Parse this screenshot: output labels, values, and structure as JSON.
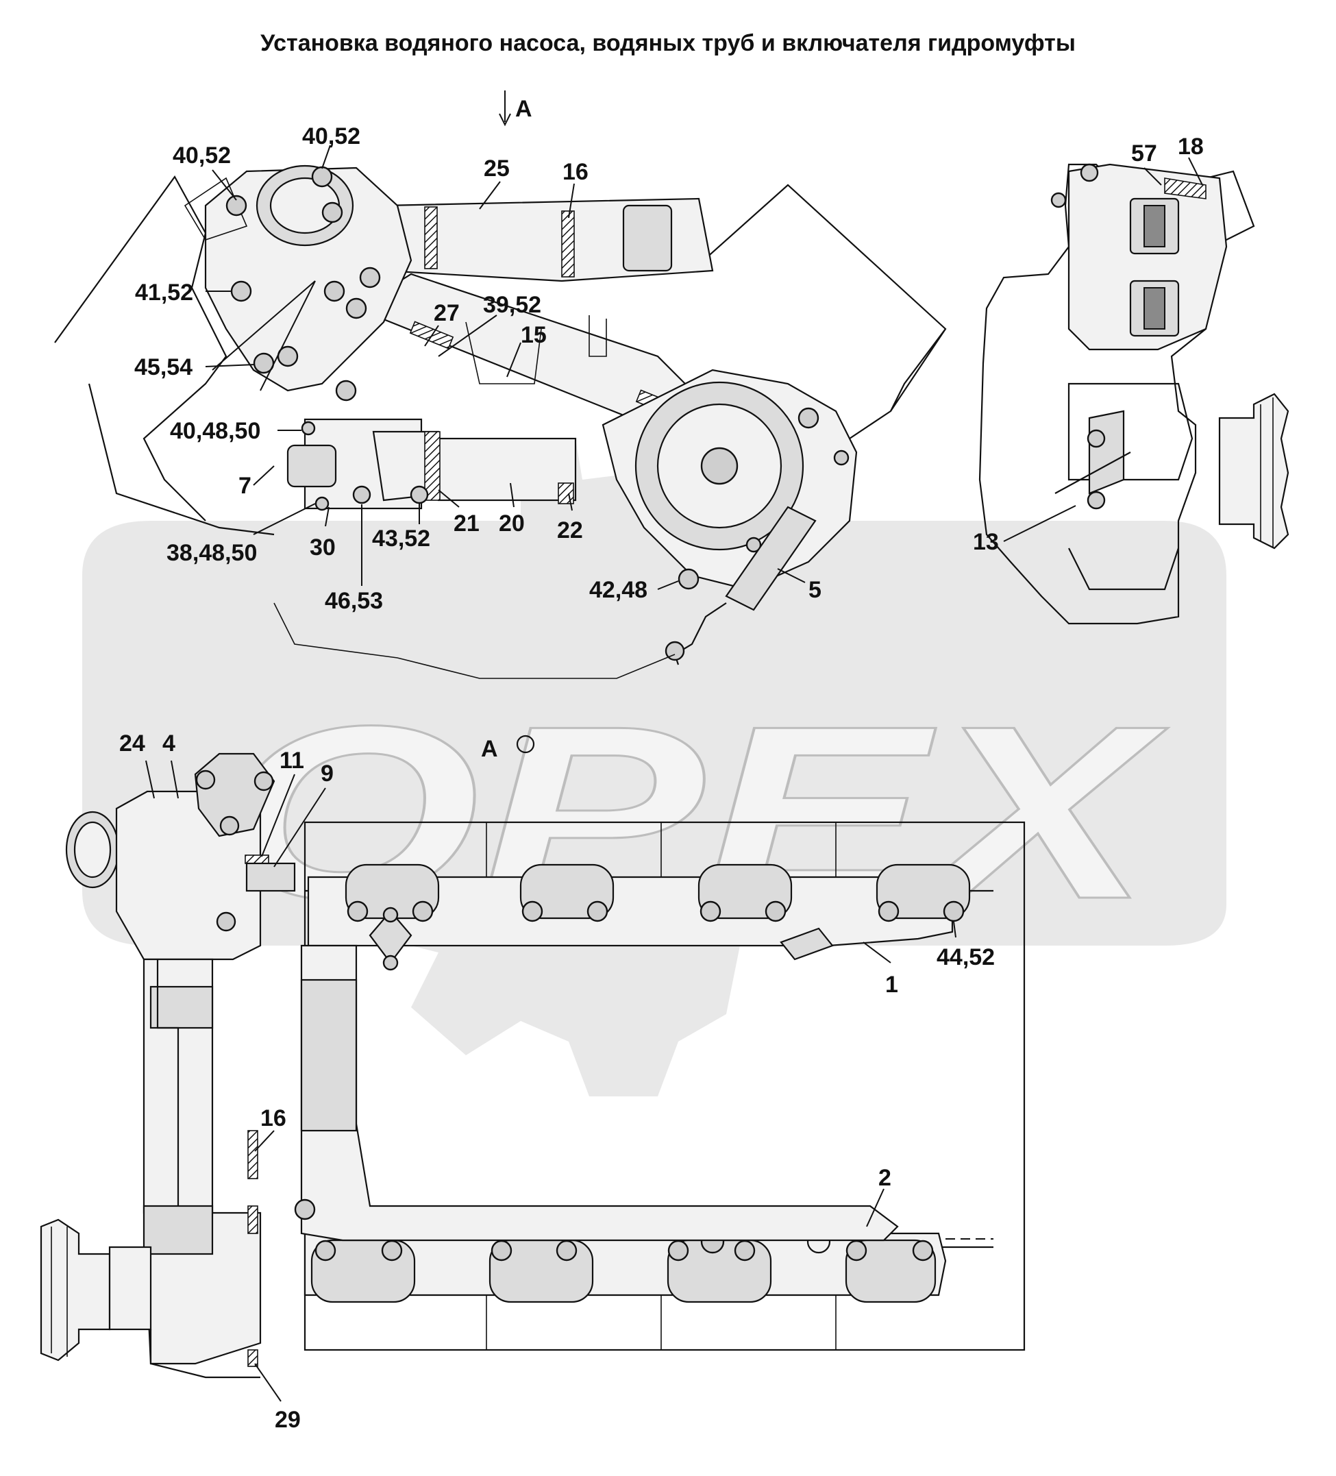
{
  "title": "Установка водяного насоса, водяных труб и включателя гидромуфты",
  "watermark": "OPEX",
  "view_marker": "A",
  "colors": {
    "line": "#111111",
    "fill_light": "#f2f2f2",
    "fill_mid": "#dcdcdc",
    "watermark": "#c8c8c8"
  },
  "callouts": [
    "40,52",
    "40,52",
    "25",
    "16",
    "57",
    "18",
    "41,52",
    "27",
    "39,52",
    "15",
    "45,54",
    "40,48,50",
    "7",
    "38,48,50",
    "30",
    "43,52",
    "21",
    "20",
    "22",
    "46,53",
    "42,48",
    "5",
    "13",
    "24",
    "4",
    "11",
    "9",
    "A",
    "44,52",
    "1",
    "16",
    "2",
    "29"
  ]
}
